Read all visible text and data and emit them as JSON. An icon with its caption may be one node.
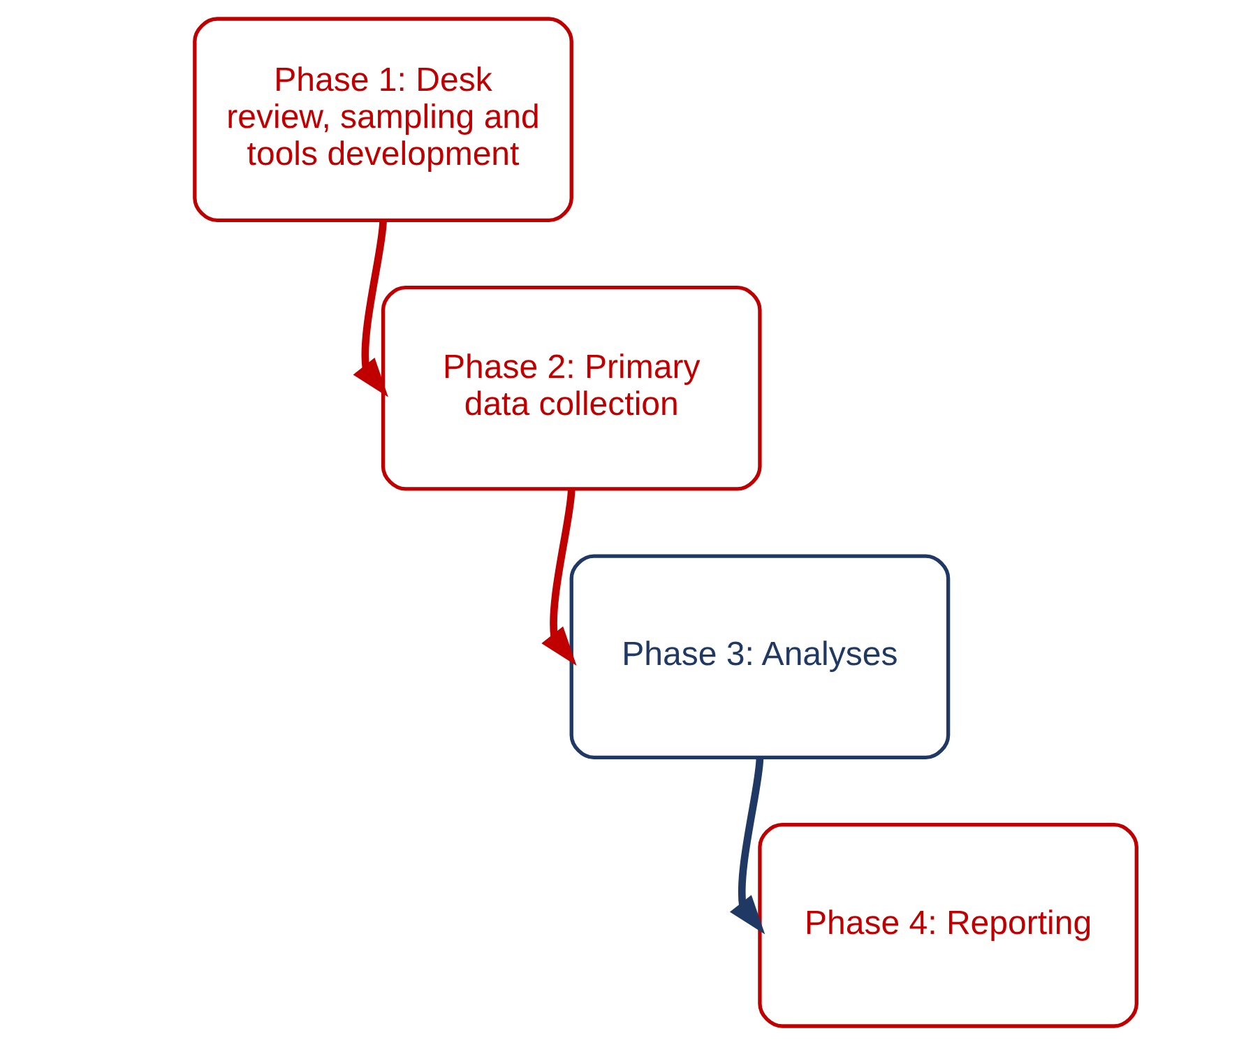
{
  "diagram": {
    "nodes": [
      {
        "text": [
          "Phase 1: Desk review, sampling and tools development"
        ]
      },
      {
        "text": [
          "Phase 2: Primary data collection"
        ]
      },
      {
        "text": [
          "Phase 3: Analyses"
        ]
      },
      {
        "text": [
          "Phase 4: Reporting"
        ]
      }
    ],
    "edges": [
      {
        "from": 0,
        "to": 1,
        "arrow": "to"
      },
      {
        "from": 1,
        "to": 2,
        "arrow": "to"
      },
      {
        "from": 2,
        "to": 3,
        "arrow": "to",
        "color": "#1f3864"
      }
    ]
  }
}
